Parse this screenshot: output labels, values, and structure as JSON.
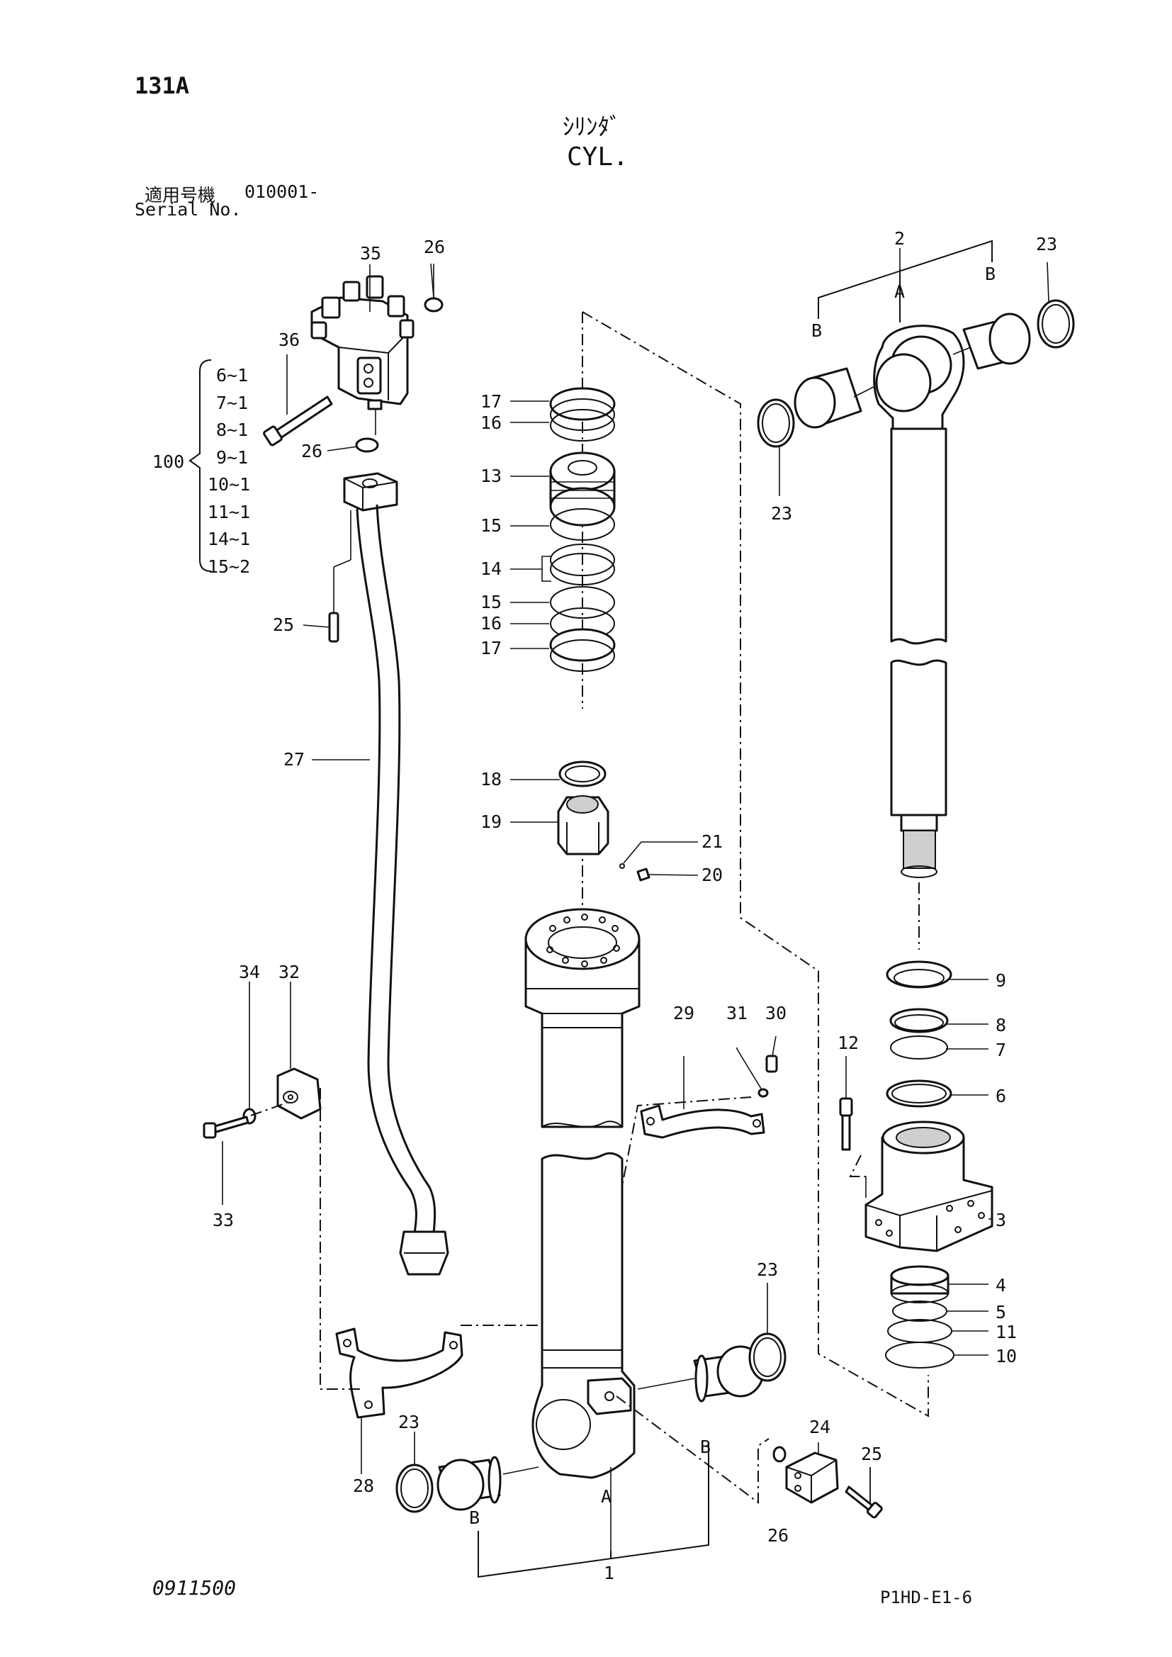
{
  "sheet": {
    "number": "131A",
    "title_jp": "ｼﾘﾝﾀﾞ",
    "title_en": "CYL.",
    "applicable_label_jp": "適用号機",
    "serial_from": "010001-",
    "serial_label": "Serial No.",
    "drawing_code": "0911500",
    "footer_code": "P1HD-E1-6"
  },
  "group": {
    "number": "100",
    "items": [
      "6~1",
      "7~1",
      "8~1",
      "9~1",
      "10~1",
      "11~1",
      "14~1",
      "15~2"
    ]
  },
  "callouts": {
    "c35": "35",
    "c26a": "26",
    "c36": "36",
    "c26b": "26",
    "c25a": "25",
    "c27": "27",
    "c34": "34",
    "c32": "32",
    "c33": "33",
    "c28": "28",
    "c23d": "23",
    "c17a": "17",
    "c16a": "16",
    "c13": "13",
    "c15a": "15",
    "c14": "14",
    "c15b": "15",
    "c16b": "16",
    "c17b": "17",
    "c18": "18",
    "c19": "19",
    "c21": "21",
    "c20": "20",
    "c29": "29",
    "c31": "31",
    "c30": "30",
    "c23c": "23",
    "c24": "24",
    "c25b": "25",
    "c26c": "26",
    "c1": "1",
    "lblA1": "A",
    "lblB1": "B",
    "lblB2": "B",
    "c2": "2",
    "lblA2": "A",
    "lblB3": "B",
    "lblB4": "B",
    "c23a": "23",
    "c23b": "23",
    "c9": "9",
    "c8": "8",
    "c7": "7",
    "c6": "6",
    "c12": "12",
    "c3": "3",
    "c4": "4",
    "c5": "5",
    "c11": "11",
    "c10": "10"
  }
}
